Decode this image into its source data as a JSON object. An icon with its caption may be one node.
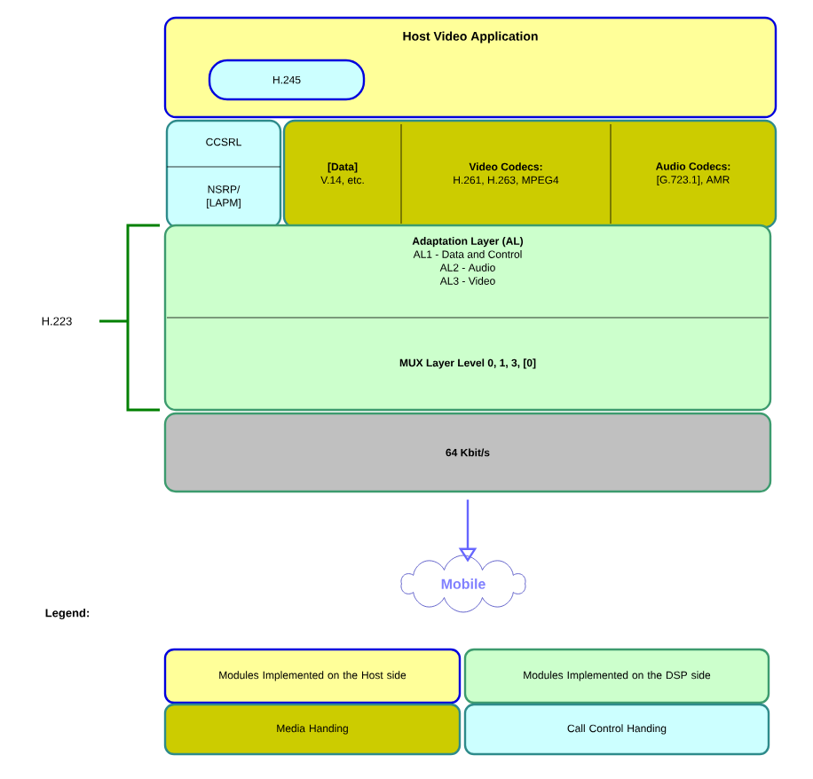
{
  "diagram": {
    "nodes": [
      {
        "text": [
          "Host Video Application"
        ]
      },
      {
        "text": [
          "H.245"
        ],
        "in": 0
      },
      {
        "text": [
          "CCSRL",
          "NSRP/ [LAPM]"
        ]
      },
      {
        "text": [],
        "shape": "box"
      },
      {
        "text": [
          "[Data]",
          "V.14, etc."
        ],
        "in": 3
      },
      {
        "text": [
          "Video Codecs:",
          "H.261, H.263, MPEG4"
        ],
        "in": 3
      },
      {
        "text": [
          "Audio Codecs:",
          "[G.723.1], AMR"
        ],
        "in": 3
      },
      {
        "text": [],
        "shape": "box"
      },
      {
        "text": [
          "Adaptation Layer (AL)",
          "AL1 - Data and Control",
          "AL2 - Audio",
          "AL3 - Video"
        ],
        "in": 7
      },
      {
        "text": [
          "MUX Layer Level 0, 1, 3, [0]"
        ],
        "in": 7
      },
      {
        "text": [
          "64 Kbit/s"
        ]
      },
      {
        "text": [
          "Mobile"
        ]
      }
    ],
    "edges": [
      {
        "from": 10,
        "to": 11,
        "arrow": "to"
      }
    ],
    "labels": [
      "H.223",
      "Legend:"
    ],
    "legend": [
      {
        "text": "Modules Implemented on the Host side",
        "color": "#ffff99"
      },
      {
        "text": "Modules Implemented on the DSP side",
        "color": "#ccffcc"
      },
      {
        "text": "Media Handing",
        "color": "#cccc00"
      },
      {
        "text": "Call Control Handing",
        "color": "#ccffff"
      }
    ]
  }
}
